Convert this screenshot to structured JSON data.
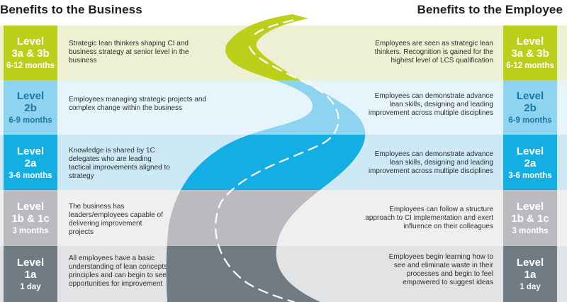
{
  "headings": {
    "business": "Benefits to the Business",
    "employee": "Benefits to the Employee"
  },
  "levels": [
    {
      "name": "Level\n3a & 3b",
      "duration": "6-12 months",
      "business": "Strategic lean thinkers shaping CI and business strategy at senior level in the business",
      "employee": "Employees are seen as strategic lean thinkers. Recognition is gained for the highest level of LCS qualification",
      "band_color": "#eef0d3",
      "box_color": "#bccf1a",
      "box_text_color": "#ffffff",
      "road_color": "#bccf1a"
    },
    {
      "name": "Level\n2b",
      "duration": "6-9 months",
      "business": "Employees managing strategic projects and complex change within the business",
      "employee": "Employees can demonstrate advance lean skills, designing and leading improvement across multiple disciplines",
      "band_color": "#e6f4fb",
      "box_color": "#8ed3ef",
      "box_text_color": "#1a78a8",
      "road_color": "#8ed3ef"
    },
    {
      "name": "Level\n2a",
      "duration": "3-6 months",
      "business": "Knowledge is shared by 1C delegates who are leading tactical improvements aligned to strategy",
      "employee": "Employees can demonstrate advance lean skills, designing and leading improvement across multiple disciplines",
      "band_color": "#cde9f5",
      "box_color": "#13aee3",
      "box_text_color": "#ffffff",
      "road_color": "#13aee3"
    },
    {
      "name": "Level\n1b & 1c",
      "duration": "3 months",
      "business": "The business has leaders/employees capable of delivering improvement projects",
      "employee": "Employees can follow a structure approach to CI implementation and exert influence on their colleagues",
      "band_color": "#efeff0",
      "box_color": "#b9bbbe",
      "box_text_color": "#ffffff",
      "road_color": "#b9bbbe"
    },
    {
      "name": "Level\n1a",
      "duration": "1 day",
      "business": "All employees have a basic understanding of lean concepts and principles and can begin to see opportunities for improvement",
      "employee": "Employees begin learning how to see and eliminate waste in their processes and begin to feel empowered to suggest ideas",
      "band_color": "#e2e3e5",
      "box_color": "#717b84",
      "box_text_color": "#ffffff",
      "road_color": "#717b84"
    }
  ]
}
